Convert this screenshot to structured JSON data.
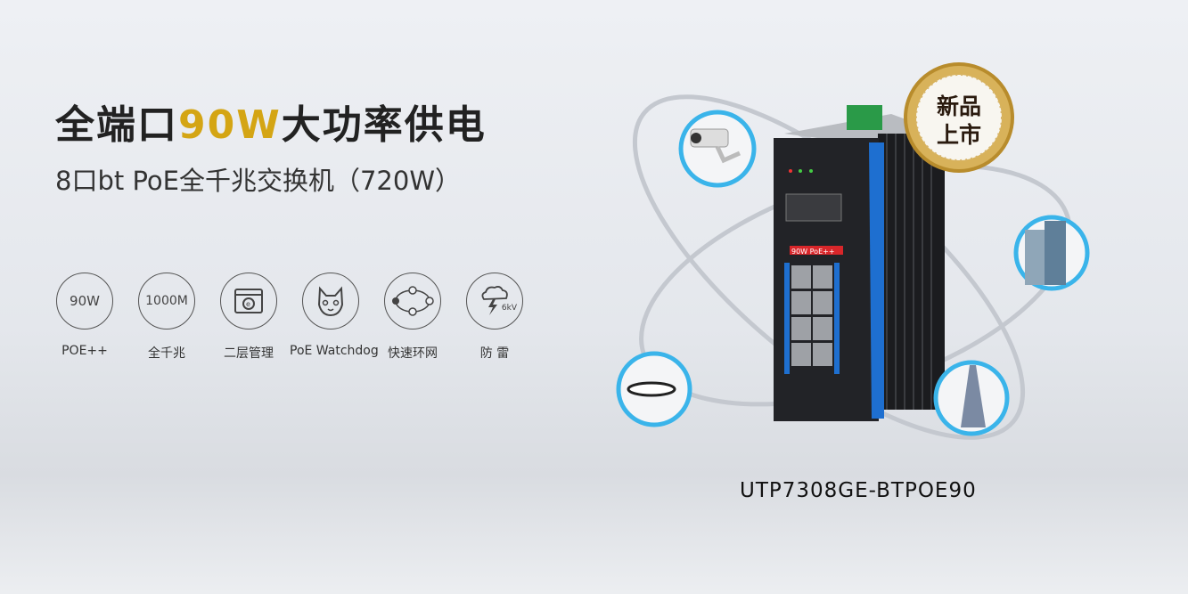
{
  "headline": {
    "part1": "全端口",
    "highlight": "90W",
    "part2": "大功率供电"
  },
  "subtitle": "8口bt PoE全千兆交换机（720W）",
  "features": [
    {
      "icon": "90W",
      "label": "POE++"
    },
    {
      "icon": "1000M",
      "label": "全千兆"
    },
    {
      "icon": "browser-icon",
      "label": "二层管理"
    },
    {
      "icon": "dog-icon",
      "label": "PoE Watchdog"
    },
    {
      "icon": "ring-network-icon",
      "label": "快速环网"
    },
    {
      "icon": "lightning-cloud-icon",
      "icon_text": "6kV",
      "label": "防 雷"
    }
  ],
  "badge": {
    "line1": "新品",
    "line2": "上市"
  },
  "product": {
    "model": "UTP7308GE-BTPOE90",
    "panel_label": "90W PoE++"
  },
  "colors": {
    "accent": "#d4a514",
    "circle_ring": "#3ab4ea",
    "device_blue": "#1e6fd0"
  }
}
